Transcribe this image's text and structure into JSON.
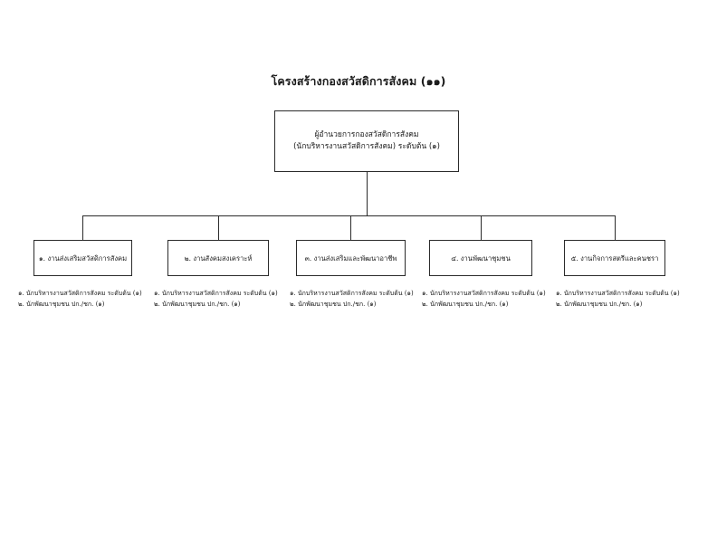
{
  "document": {
    "title": "โครงสร้างกองสวัสดิการสังคม (๑๑)",
    "background_color": "#ffffff",
    "line_color": "#2b2b2b",
    "text_color": "#1a1a1a"
  },
  "org_chart": {
    "root": {
      "line1": "ผู้อำนวยการกองสวัสดิการสังคม",
      "line2": "(นักบริหารงานสวัสดิการสังคม) ระดับต้น (๑)"
    },
    "departments": [
      {
        "label": "๑. งานส่งเสริมสวัสดิการสังคม",
        "staff": [
          "๑. นักบริหารงานสวัสดิการสังคม ระดับต้น (๑)",
          "๒. นักพัฒนาชุมชน ปก./ชก. (๑)"
        ]
      },
      {
        "label": "๒. งานสังคมสงเคราะห์",
        "staff": [
          "๑. นักบริหารงานสวัสดิการสังคม ระดับต้น (๑)",
          "๒. นักพัฒนาชุมชน ปก./ชก. (๑)"
        ]
      },
      {
        "label": "๓. งานส่งเสริมและพัฒนาอาชีพ",
        "staff": [
          "๑. นักบริหารงานสวัสดิการสังคม ระดับต้น (๑)",
          "๒. นักพัฒนาชุมชน ปก./ชก. (๑)"
        ]
      },
      {
        "label": "๔. งานพัฒนาชุมชน",
        "staff": [
          "๑. นักบริหารงานสวัสดิการสังคม ระดับต้น (๑)",
          "๒. นักพัฒนาชุมชน ปก./ชก. (๑)"
        ]
      },
      {
        "label": "๕. งานกิจการสตรีและคนชรา",
        "staff": [
          "๑. นักบริหารงานสวัสดิการสังคม ระดับต้น (๑)",
          "๒. นักพัฒนาชุมชน ปก./ชก. (๑)"
        ]
      }
    ]
  }
}
